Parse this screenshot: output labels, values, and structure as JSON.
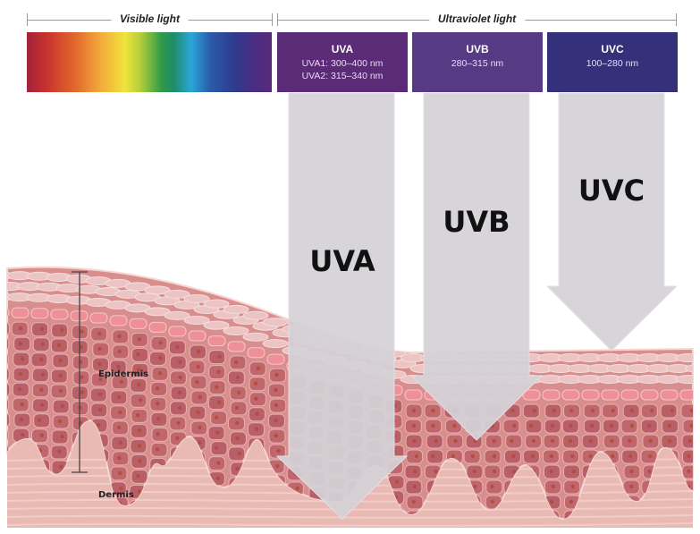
{
  "header": {
    "visible_label": "Visible light",
    "uv_label": "Ultraviolet light"
  },
  "bands": [
    {
      "name": "UVA",
      "ranges": [
        "UVA1: 300–400 nm",
        "UVA2: 315–340 nm"
      ],
      "color": "#5b2b78"
    },
    {
      "name": "UVB",
      "ranges": [
        "280–315 nm"
      ],
      "color": "#563b84"
    },
    {
      "name": "UVC",
      "ranges": [
        "100–280 nm"
      ],
      "color": "#34317a"
    }
  ],
  "arrows": [
    "UVA",
    "UVB",
    "UVC"
  ],
  "skin": {
    "epidermis_label": "Epidermis",
    "dermis_label": "Dermis"
  }
}
